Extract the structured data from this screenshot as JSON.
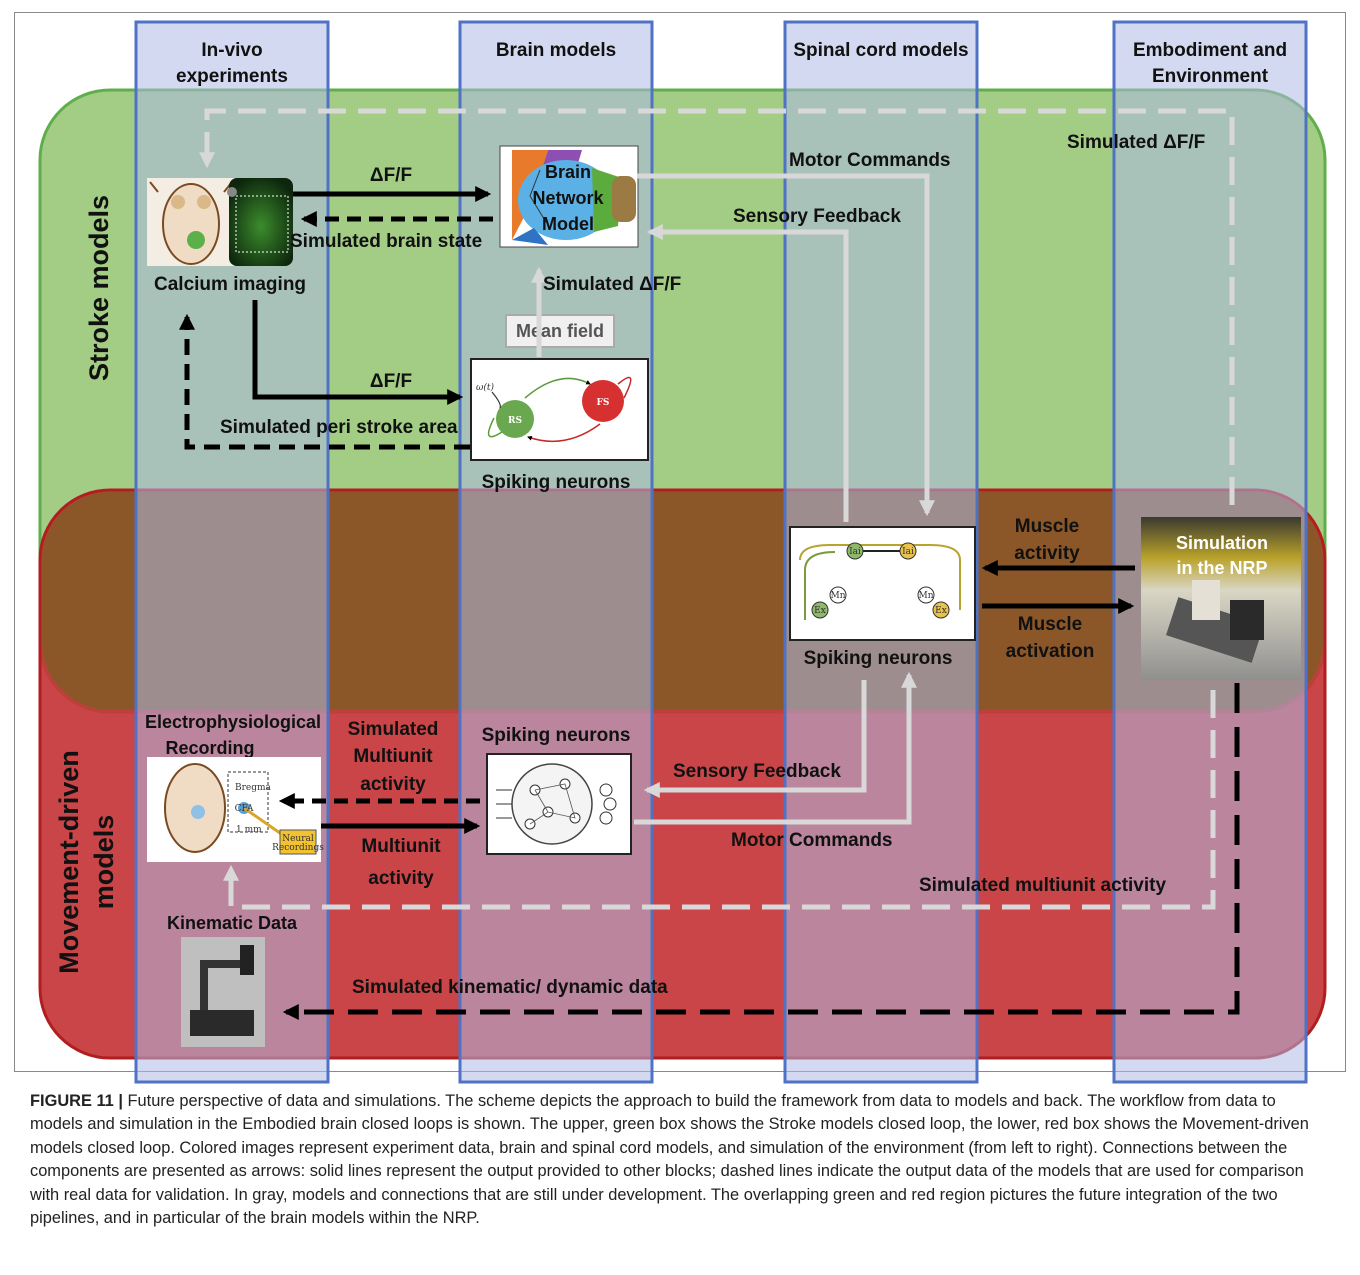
{
  "columns": {
    "in_vivo": [
      "In-vivo",
      "experiments"
    ],
    "brain": "Brain models",
    "spinal": "Spinal cord models",
    "embodiment": [
      "Embodiment and",
      "Environment"
    ]
  },
  "regions": {
    "stroke": "Stroke models",
    "movement": [
      "Movement-driven",
      "models"
    ]
  },
  "colors": {
    "green_region": "#a3cd85",
    "red_region": "#c43538",
    "column_fill": "#aeb9e4",
    "column_border": "#4f72c4",
    "gray_arrow": "#d8d8d8"
  },
  "blocks": {
    "calcium_imaging": "Calcium imaging",
    "brain_network_model": [
      "Brain",
      "Network",
      "Model"
    ],
    "mean_field": "Mean field",
    "spiking_neurons_brain": "Spiking neurons",
    "spiking_neurons_spinal": "Spiking neurons",
    "spiking_neurons_movement": "Spiking neurons",
    "simulation_nrp": [
      "Simulation",
      "in the NRP"
    ],
    "electrophysiological": [
      "Electrophysiological",
      "Recording"
    ],
    "kinematic_data": "Kinematic Data"
  },
  "image_text": {
    "rs": "RS",
    "fs": "FS",
    "omega": "ω(t)",
    "iai": "Iai",
    "mn": "Mn",
    "ex": "Ex",
    "bregma": "Bregma",
    "cfa": "CFA",
    "scale": "1 mm",
    "neural_recordings": [
      "Neural",
      "Recordings"
    ]
  },
  "arrows": {
    "df_f_top": "ΔF/F",
    "simulated_brain_state": "Simulated brain state",
    "simulated_df_f_brain": "Simulated ΔF/F",
    "motor_commands_top": "Motor Commands",
    "sensory_feedback_top": "Sensory Feedback",
    "simulated_df_f_env": "Simulated ΔF/F",
    "df_f_spiking": "ΔF/F",
    "simulated_peri_stroke": "Simulated peri stroke area",
    "muscle_activity": [
      "Muscle",
      "activity"
    ],
    "muscle_activation": [
      "Muscle",
      "activation"
    ],
    "simulated_multiunit": [
      "Simulated",
      "Multiunit",
      "activity"
    ],
    "multiunit": [
      "Multiunit",
      "activity"
    ],
    "sensory_feedback_bottom": "Sensory Feedback",
    "motor_commands_bottom": "Motor Commands",
    "simulated_multiunit_activity": "Simulated multiunit activity",
    "simulated_kinematic": "Simulated kinematic/ dynamic data"
  },
  "caption": {
    "label": "FIGURE 11 |",
    "text": " Future perspective of data and simulations. The scheme depicts the approach to build the framework from data to models and back. The workflow from data to models and simulation in the Embodied brain closed loops is shown. The upper, green box shows the Stroke models closed loop, the lower, red box shows the Movement-driven models closed loop. Colored images represent experiment data, brain and spinal cord models, and simulation of the environment (from left to right). Connections between the components are presented as arrows: solid lines represent the output provided to other blocks; dashed lines indicate the output data of the models that are used for comparison with real data for validation. In gray, models and connections that are still under development. The overlapping green and red region pictures the future integration of the two pipelines, and in particular of the brain models within the NRP."
  }
}
